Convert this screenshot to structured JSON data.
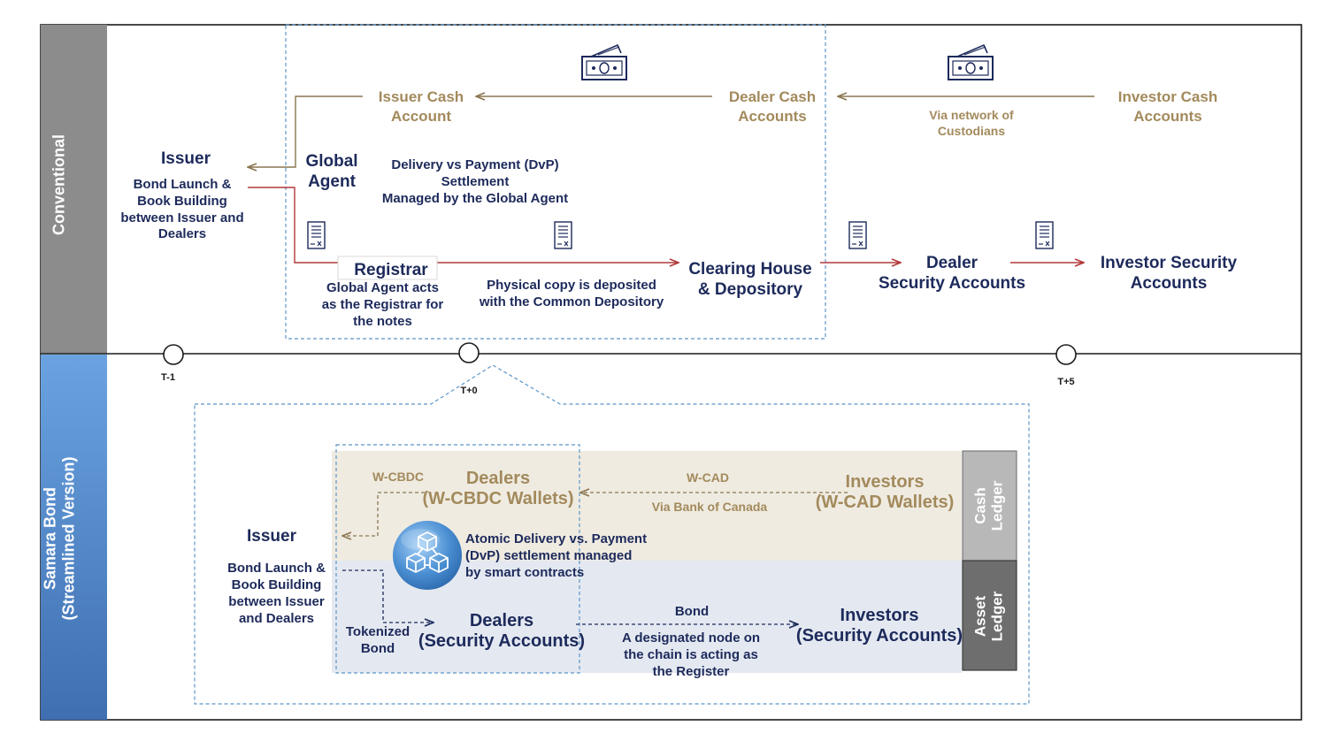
{
  "sections": {
    "conventional": "Conventional",
    "samara_line1": "Samara Bond",
    "samara_line2": "(Streamlined Version)"
  },
  "conventional": {
    "issuer": "Issuer",
    "issuer_desc": [
      "Bond Launch &",
      "Book Building",
      "between Issuer and",
      "Dealers"
    ],
    "global_agent": [
      "Global",
      "Agent"
    ],
    "dvp": [
      "Delivery vs Payment (DvP)",
      "Settlement",
      "Managed by the Global Agent"
    ],
    "issuer_cash": [
      "Issuer Cash",
      "Account"
    ],
    "dealer_cash": [
      "Dealer Cash",
      "Accounts"
    ],
    "investor_cash": [
      "Investor Cash",
      "Accounts"
    ],
    "via_custodians": [
      "Via network of",
      "Custodians"
    ],
    "registrar": "Registrar",
    "registrar_desc": [
      "Global Agent acts",
      "as the Registrar for",
      "the notes"
    ],
    "physical_copy": [
      "Physical copy is deposited",
      "with the Common Depository"
    ],
    "clearing_house": [
      "Clearing House",
      "& Depository"
    ],
    "dealer_security": [
      "Dealer",
      "Security Accounts"
    ],
    "investor_security": [
      "Investor Security",
      "Accounts"
    ]
  },
  "timeline": {
    "t_minus_1": "T-1",
    "t_0": "T+0",
    "t_plus_5": "T+5"
  },
  "samara": {
    "issuer": "Issuer",
    "issuer_desc": [
      "Bond Launch &",
      "Book Building",
      "between Issuer",
      "and Dealers"
    ],
    "w_cbdc": "W-CBDC",
    "dealers_wallets": [
      "Dealers",
      "(W-CBDC Wallets)"
    ],
    "w_cad": "W-CAD",
    "via_boc": "Via Bank of Canada",
    "investors_wallets": [
      "Investors",
      "(W-CAD Wallets)"
    ],
    "atomic_dvp": [
      "Atomic Delivery vs. Payment",
      "(DvP) settlement managed",
      "by smart contracts"
    ],
    "tokenized_bond": [
      "Tokenized",
      "Bond"
    ],
    "dealers_security": [
      "Dealers",
      "(Security Accounts)"
    ],
    "bond": "Bond",
    "designated_node": [
      "A designated node on",
      "the chain is acting as",
      "the Register"
    ],
    "investors_security": [
      "Investors",
      "(Security Accounts)"
    ],
    "cash_ledger": [
      "Cash",
      "Ledger"
    ],
    "asset_ledger": [
      "Asset",
      "Ledger"
    ]
  },
  "colors": {
    "navy": "#1d2a5b",
    "gold": "#a38a5c",
    "red_arrow": "#b2383a",
    "dashed_blue": "#5d95c7",
    "sidebar_gray": "#8c8c8c",
    "sidebar_blue": "#5b93d6",
    "cash_band": "#efebe1",
    "asset_band": "#e4e9f1"
  },
  "icons": [
    "money-icon",
    "document-icon",
    "blockchain-cubes-icon"
  ]
}
